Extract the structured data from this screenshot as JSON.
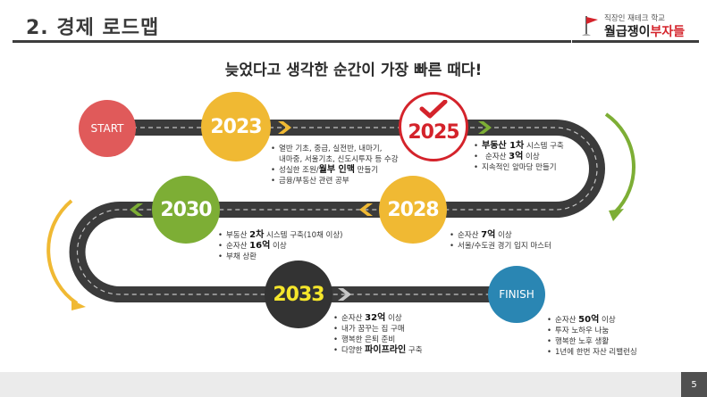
{
  "header": {
    "title": "2. 경제 로드맵",
    "logo_sub": "직장인 재테크 학교",
    "logo_main_a": "월급쟁이",
    "logo_main_b": "부자들"
  },
  "subtitle": "늦었다고 생각한 순간이 가장 빠른 때다!",
  "milestones": {
    "start": {
      "label": "START"
    },
    "y2023": {
      "label": "2023",
      "bullets": [
        "열반 기초, 중급, 실전반, 내마기,",
        "내마중, 서울기초, 신도시투자 등 수강",
        "성실한 조원/",
        "월부 인맥",
        " 만들기",
        "금융/부동산 관련 공부"
      ]
    },
    "y2025": {
      "label": "2025",
      "b1_pre": "부동산 1차",
      "b1_post": " 시스템 구축",
      "b2_pre": "순자산 ",
      "b2_bold": "3억",
      "b2_post": " 이상",
      "b3": "지속적인 앞마당 만들기"
    },
    "y2028": {
      "label": "2028",
      "b1_pre": "순자산 ",
      "b1_bold": "7억",
      "b1_post": " 이상",
      "b2": "서울/수도권 경기 입지 마스터"
    },
    "y2030": {
      "label": "2030",
      "b1_pre": "부동산 ",
      "b1_bold": "2차",
      "b1_post": " 시스템 구축(10채 이상)",
      "b2_pre": "순자산 ",
      "b2_bold": "16억",
      "b2_post": " 이상",
      "b3": "부채 상환"
    },
    "y2033": {
      "label": "2033",
      "b1_pre": "순자산 ",
      "b1_bold": "32억",
      "b1_post": " 이상",
      "b2": "내가 꿈꾸는 집 구매",
      "b3": "행복한 은퇴 준비",
      "b4_pre": "다양한 ",
      "b4_bold": "파이프라인",
      "b4_post": " 구축"
    },
    "finish": {
      "label": "FINISH",
      "b1_pre": "순자산 ",
      "b1_bold": "50억",
      "b1_post": " 이상",
      "b2": "투자 노하우 나눔",
      "b3": "행복한 노후 생활",
      "b4": "1년에 한번 자산 리밸런싱"
    }
  },
  "page_number": "5",
  "colors": {
    "road": "#3b3b3b",
    "start": "#e05a5a",
    "yellow": "#f0b933",
    "green": "#7dae35",
    "dark": "#333333",
    "blue": "#2a86b3",
    "red": "#d4232b"
  }
}
